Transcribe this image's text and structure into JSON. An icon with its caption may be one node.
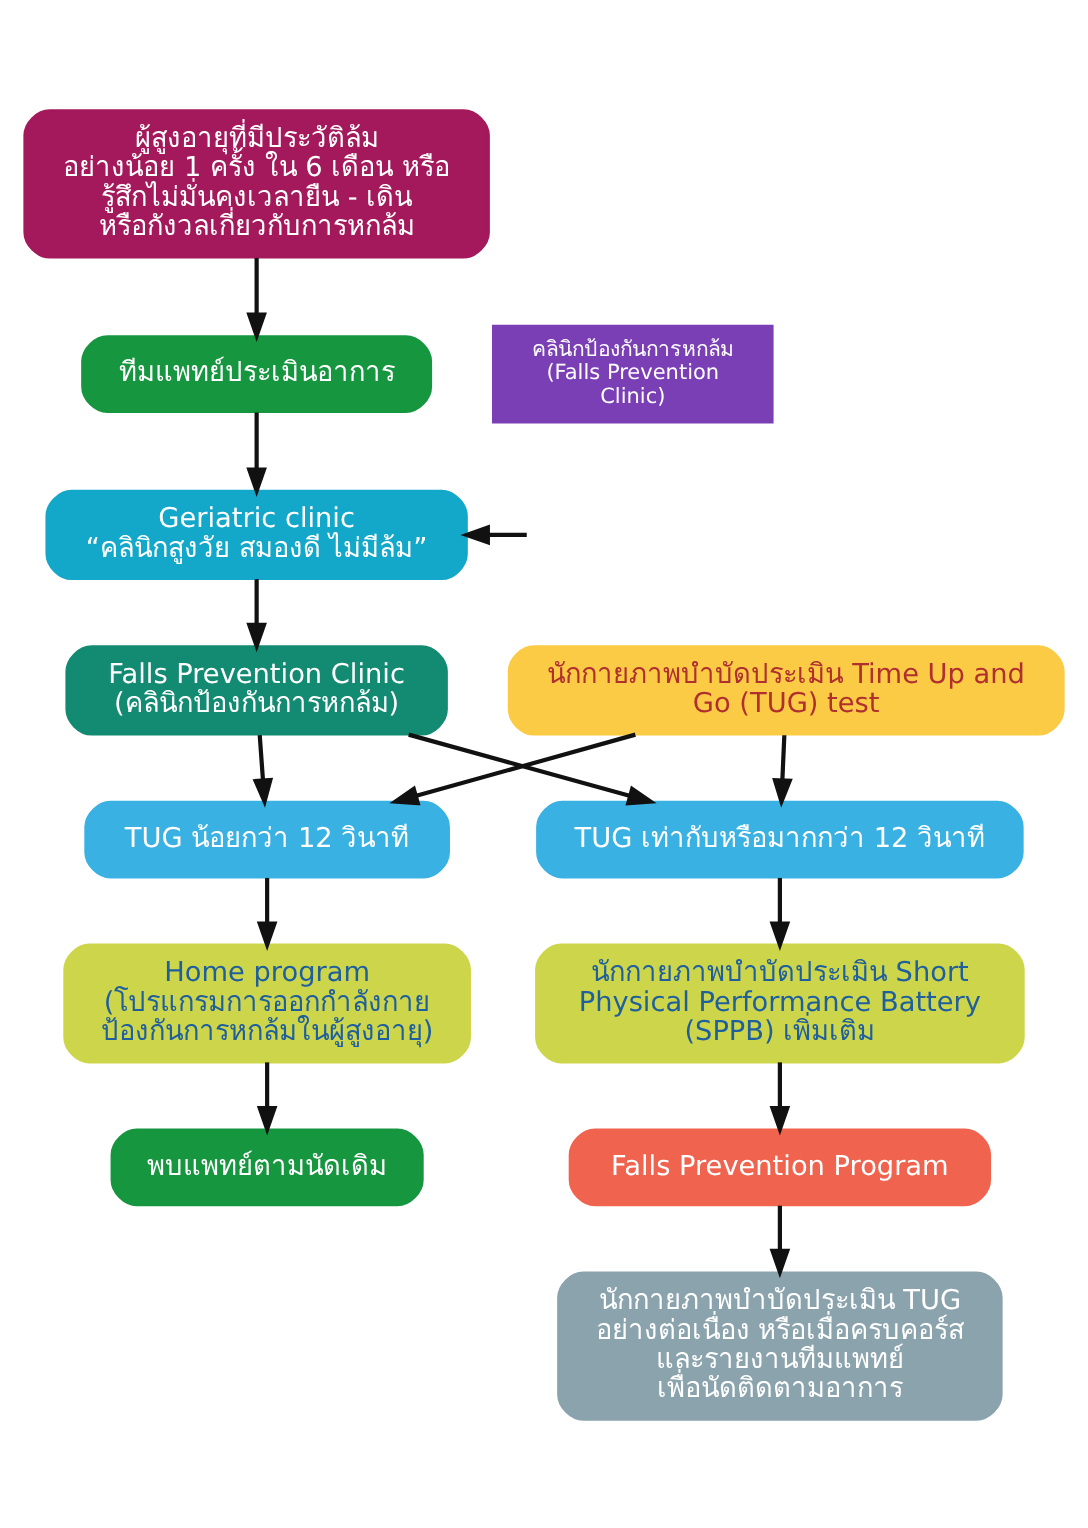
{
  "diagram": {
    "nodes": [
      {
        "text": [
          "ผู้สูงอายุที่มีประวัติล้ม อย่างน้อย 1 ครั้ง ใน 6 เดือน หรือ รู้สึกไม่มั่นคงเวลายืน - เดิน หรือกังวลเกี่ยวกับการหกล้ม"
        ]
      },
      {
        "text": [
          "ทีมแพทย์ประเมินอาการ"
        ]
      },
      {
        "text": [
          "Geriatric clinic",
          "“คลินิกสูงวัย สมองดี ไม่มีล้ม”"
        ]
      },
      {
        "text": [
          "Falls Prevention Clinic (คลินิกป้องกันการหกล้ม)"
        ]
      },
      {
        "text": [
          "นักกายภาพบำบัดประเมิน Time Up and Go (TUG) test"
        ]
      },
      {
        "text": [
          "TUG น้อยกว่า 12 วินาที"
        ]
      },
      {
        "text": [
          "TUG เท่ากับหรือมากกว่า 12 วินาที"
        ]
      },
      {
        "text": [
          "Home program (โปรแกรมการออกกำลังกาย ป้องกันการหกล้มในผู้สูงอายุ)"
        ]
      },
      {
        "text": [
          "นักกายภาพบำบัดประเมิน Short Physical Performance Battery (SPPB) เพิ่มเติม"
        ]
      },
      {
        "text": [
          "พบแพทย์ตามนัดเดิม"
        ]
      },
      {
        "text": [
          "Falls Prevention Program"
        ]
      },
      {
        "text": [
          "นักกายภาพบำบัดประเมิน TUG อย่างต่อเนื่อง หรือเมื่อครบคอร์ส และรายงานทีมแพทย์ เพื่อนัดติดตามอาการ"
        ]
      }
    ],
    "edges": [
      {
        "from": 0,
        "to": 1,
        "arrow": "to"
      },
      {
        "from": 1,
        "to": 2,
        "arrow": "to"
      },
      {
        "from": null,
        "to": 2,
        "arrow": "to"
      },
      {
        "from": 2,
        "to": 3,
        "arrow": "to"
      },
      {
        "from": 3,
        "to": 5,
        "arrow": "to"
      },
      {
        "from": 3,
        "to": 6,
        "arrow": "to"
      },
      {
        "from": 4,
        "to": 5,
        "arrow": "to"
      },
      {
        "from": 4,
        "to": 6,
        "arrow": "to"
      },
      {
        "from": 5,
        "to": 7,
        "arrow": "to"
      },
      {
        "from": 7,
        "to": 9,
        "arrow": "to"
      },
      {
        "from": 6,
        "to": 8,
        "arrow": "to"
      },
      {
        "from": 8,
        "to": 10,
        "arrow": "to"
      },
      {
        "from": 10,
        "to": 11,
        "arrow": "to"
      }
    ],
    "labels": [
      "คลินิกป้องกันการหกล้ม (Falls Prevention Clinic)"
    ]
  }
}
